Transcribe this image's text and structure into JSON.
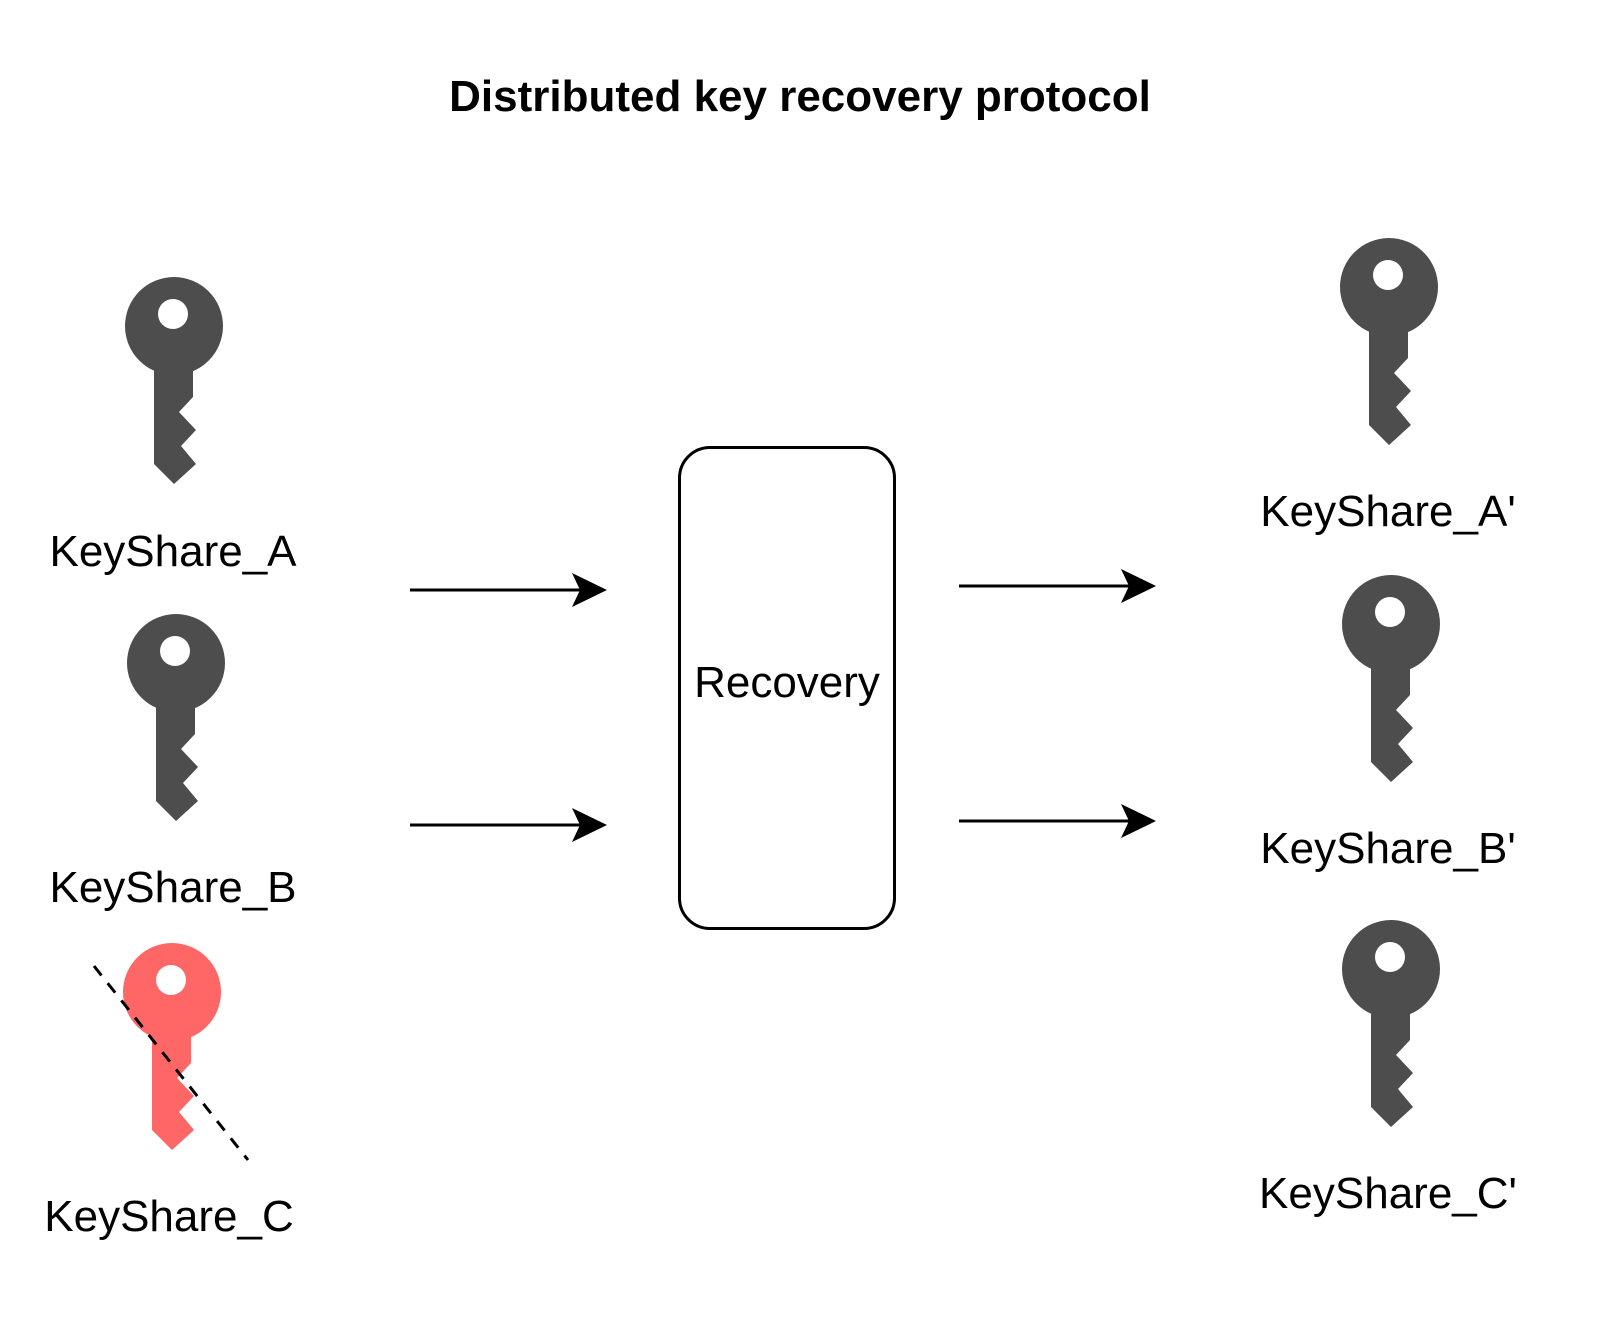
{
  "title": "Distributed key recovery protocol",
  "recovery_label": "Recovery",
  "colors": {
    "key": "#4d4d4d",
    "lost_key": "#ff6666",
    "stroke": "#000000"
  },
  "inputs": [
    {
      "label": "KeyShare_A",
      "status": "available"
    },
    {
      "label": "KeyShare_B",
      "status": "available"
    },
    {
      "label": "KeyShare_C",
      "status": "lost"
    }
  ],
  "outputs": [
    {
      "label": "KeyShare_A'"
    },
    {
      "label": "KeyShare_B'"
    },
    {
      "label": "KeyShare_C'"
    }
  ]
}
